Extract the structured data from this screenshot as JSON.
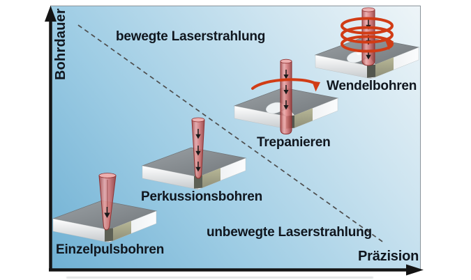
{
  "figure": {
    "type": "laser-drilling-methods-diagram",
    "axis": {
      "y": "Bohrdauer",
      "x": "Präzision"
    },
    "regions": {
      "moving": "bewegte Laserstrahlung",
      "static": "unbewegte Laserstrahlung"
    },
    "methods": [
      {
        "id": "einzelpulsbohren",
        "label": "Einzelpulsbohren",
        "beam": "single-pulse-cone",
        "arrows": 1
      },
      {
        "id": "perkussionsbohren",
        "label": "Perkussionsbohren",
        "beam": "percussion-pulses",
        "arrows": 3
      },
      {
        "id": "trepanieren",
        "label": "Trepanieren",
        "beam": "rotating-through-beam",
        "arrows": 3
      },
      {
        "id": "wendelbohren",
        "label": "Wendelbohren",
        "beam": "helical-beam",
        "arrows": 3
      }
    ],
    "divider": {
      "style": "dashed",
      "from_region": "bewegte Laserstrahlung",
      "to_region": "unbewegte Laserstrahlung"
    },
    "colors": {
      "panel_gradient_start": "#6fb0d3",
      "panel_gradient_end": "#eef5f8",
      "beam_red": "#d97676",
      "beam_edge": "#8f3030",
      "accent_red": "#d13c15",
      "text": "#10161e",
      "axis": "#141414",
      "dashed_line": "#4d4d4d",
      "block_top_gray": "#8a8f93",
      "block_face_white": "#f5f7f8",
      "bore_face_olive": "#a5a585"
    }
  }
}
